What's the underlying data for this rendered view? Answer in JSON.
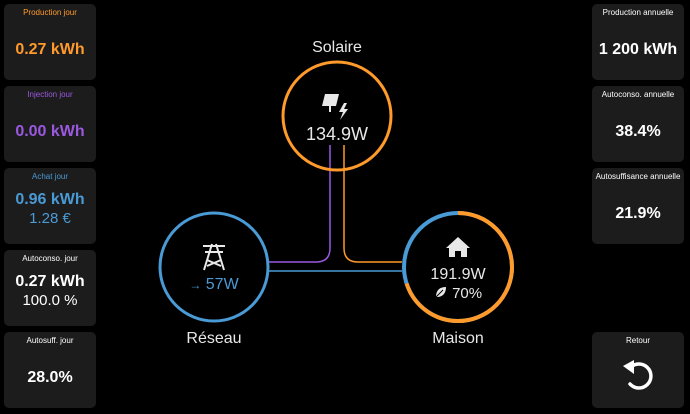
{
  "left_cards": [
    {
      "title": "Production jour",
      "value": "0.27 kWh",
      "sub": "",
      "color": "#ff9a2b"
    },
    {
      "title": "Injection jour",
      "value": "0.00 kWh",
      "sub": "",
      "color": "#9b59e0"
    },
    {
      "title": "Achat jour",
      "value": "0.96 kWh",
      "sub": "1.28 €",
      "color": "#4a9ad6"
    },
    {
      "title": "Autoconso. jour",
      "value": "0.27 kWh",
      "sub": "100.0 %",
      "color": "#ffffff"
    },
    {
      "title": "Autosuff. jour",
      "value": "28.0%",
      "sub": "",
      "color": "#ffffff"
    }
  ],
  "right_cards": [
    {
      "title": "Production annuelle",
      "value": "1 200 kWh"
    },
    {
      "title": "Autoconso. annuelle",
      "value": "38.4%"
    },
    {
      "title": "Autosuffisance annuelle",
      "value": "21.9%"
    }
  ],
  "back_card": {
    "title": "Retour",
    "icon": "undo-icon"
  },
  "flow": {
    "solar": {
      "label": "Solaire",
      "power": "134.9W",
      "icon": "solar-power-icon",
      "color": "#ff9a2b"
    },
    "grid": {
      "label": "Réseau",
      "power": "57W",
      "arrow": "→",
      "icon": "transmission-tower-icon",
      "color": "#4a9ad6"
    },
    "home": {
      "label": "Maison",
      "power": "191.9W",
      "self_pct": "70%",
      "self_fraction": 0.7,
      "icon": "home-icon",
      "leaf_icon": "leaf-icon",
      "color": "#ff9a2b"
    },
    "grid_flow_color": "#4a9ad6",
    "solar_home_color": "#ff9a2b",
    "solar_grid_color": "#9b59e0"
  }
}
